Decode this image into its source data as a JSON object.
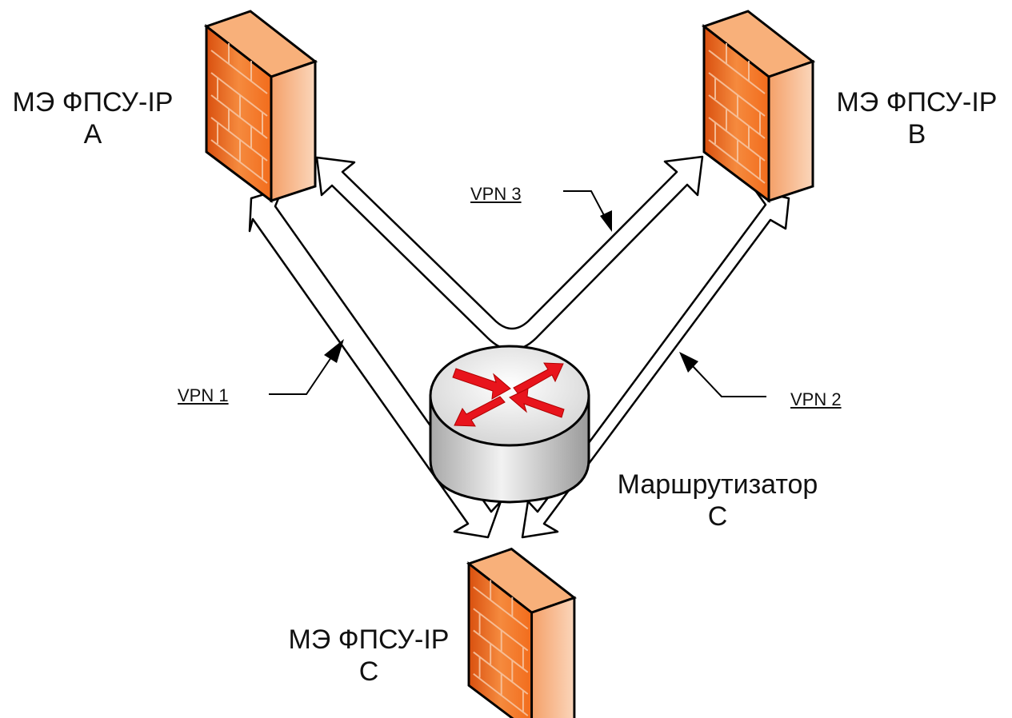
{
  "firewalls": [
    {
      "id": "a",
      "line1": "МЭ ФПСУ-IP",
      "line2": "А"
    },
    {
      "id": "b",
      "line1": "МЭ ФПСУ-IP",
      "line2": "В"
    },
    {
      "id": "c",
      "line1": "МЭ ФПСУ-IP",
      "line2": "С"
    }
  ],
  "router": {
    "line1": "Маршрутизатор",
    "line2": "С"
  },
  "tunnels": [
    {
      "id": "vpn1",
      "label": "VPN 1"
    },
    {
      "id": "vpn2",
      "label": "VPN 2"
    },
    {
      "id": "vpn3",
      "label": "VPN 3"
    }
  ],
  "colors": {
    "firewall_face": "#f26c1c",
    "firewall_side": "#c5400c",
    "firewall_top": "#f7a066",
    "router_body": "#d4d4d4",
    "router_arrows": "#e8141c",
    "outline": "#000000"
  },
  "icons": {
    "firewall": "brick-wall-icon",
    "router": "router-cylinder-icon"
  }
}
